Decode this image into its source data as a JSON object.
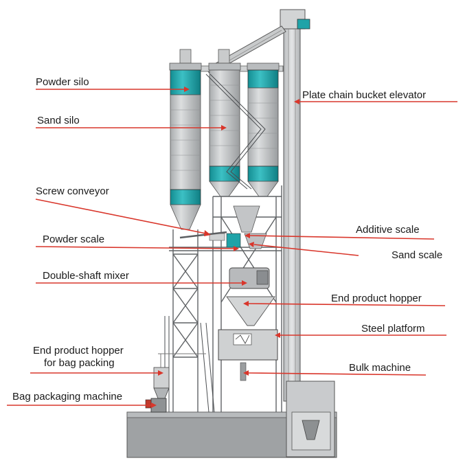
{
  "labels": {
    "powder_silo": "Powder silo",
    "sand_silo": "Sand silo",
    "screw_conveyor": "Screw conveyor",
    "powder_scale": "Powder scale",
    "double_shaft_mixer": "Double-shaft mixer",
    "end_product_hopper_bag_line1": "End product hopper",
    "end_product_hopper_bag_line2": "for bag packing",
    "bag_packaging_machine": "Bag packaging machine",
    "plate_chain_bucket_elevator": "Plate chain bucket elevator",
    "additive_scale": "Additive scale",
    "sand_scale": "Sand scale",
    "end_product_hopper": "End product hopper",
    "steel_platform": "Steel platform",
    "bulk_machine": "Bulk machine"
  },
  "colors": {
    "leader_line": "#d9362b",
    "silo_teal": "#1fa3a8",
    "silo_grey": "#c4c6c8",
    "steel": "#6b6e71",
    "base": "#9fa2a4"
  }
}
